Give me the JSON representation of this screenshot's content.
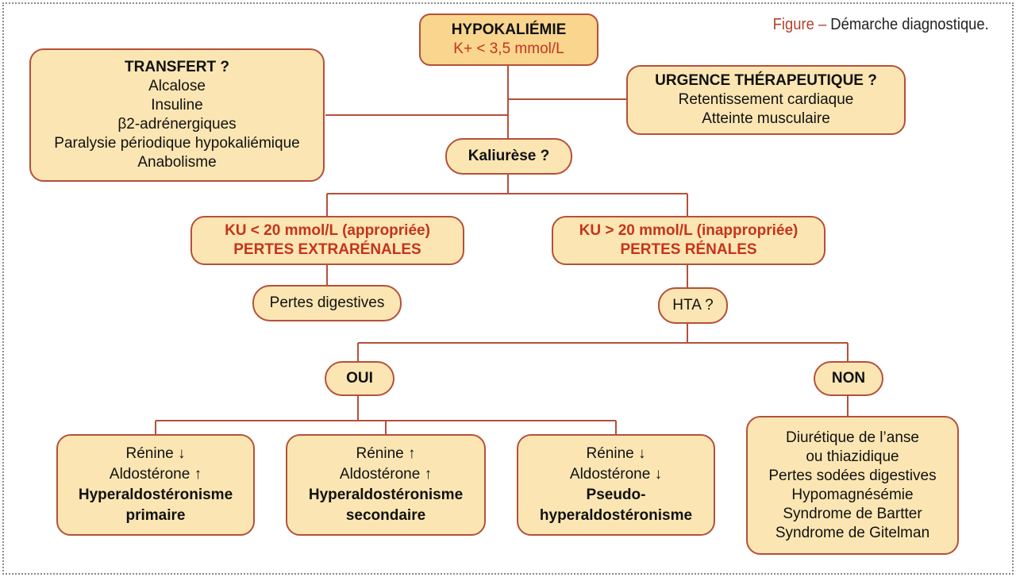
{
  "caption": {
    "label": "Figure",
    "dash": "–",
    "text": "Démarche diagnostique."
  },
  "hypokaliemie": {
    "title": "HYPOKALIÉMIE",
    "value": "K+ < 3,5 mmol/L"
  },
  "transfert": {
    "title": "TRANSFERT ?",
    "items": [
      "Alcalose",
      "Insuline",
      "β2-adrénergiques",
      "Paralysie périodique hypokaliémique",
      "Anabolisme"
    ]
  },
  "urgence": {
    "title": "URGENCE THÉRAPEUTIQUE ?",
    "items": [
      "Retentissement cardiaque",
      "Atteinte musculaire"
    ]
  },
  "kaliurese": "Kaliurèse ?",
  "ku_low": {
    "line1": "KU < 20 mmol/L (appropriée)",
    "line2": "PERTES EXTRARÉNALES"
  },
  "ku_high": {
    "line1": "KU > 20 mmol/L (inappropriée)",
    "line2": "PERTES RÉNALES"
  },
  "pertes_digestives": "Pertes digestives",
  "hta": "HTA ?",
  "oui": "OUI",
  "non": "NON",
  "primaire": {
    "l1": "Rénine ↓",
    "l2": "Aldostérone ↑",
    "l3": "Hyperaldostéronisme",
    "l4": "primaire"
  },
  "secondaire": {
    "l1": "Rénine ↑",
    "l2": "Aldostérone ↑",
    "l3": "Hyperaldostéronisme",
    "l4": "secondaire"
  },
  "pseudo": {
    "l1": "Rénine ↓",
    "l2": "Aldostérone ↓",
    "l3": "Pseudo-",
    "l4": "hyperaldostéronisme"
  },
  "non_causes": [
    "Diurétique de l’anse",
    "ou thiazidique",
    "Pertes sodées digestives",
    "Hypomagnésémie",
    "Syndrome de Bartter",
    "Syndrome de Gitelman"
  ],
  "colors": {
    "box_fill": "#fbe6b3",
    "top_fill": "#f9d58e",
    "border": "#b5503a",
    "accent_text": "#c4341d"
  }
}
